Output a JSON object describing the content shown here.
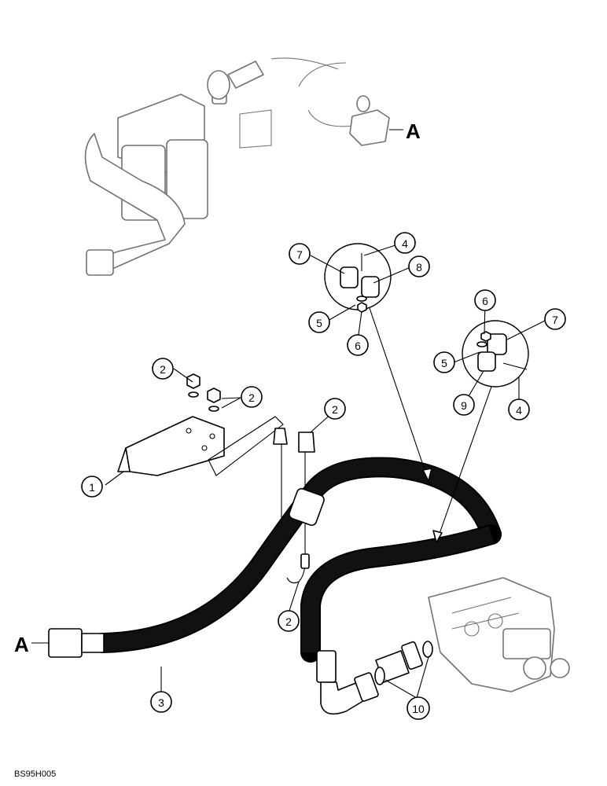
{
  "reference_letter": "A",
  "figure_code": "BS95H005",
  "callouts": [
    "7",
    "4",
    "8",
    "5",
    "6",
    "6",
    "7",
    "5",
    "9",
    "4",
    "2",
    "2",
    "2",
    "1",
    "2",
    "3",
    "10"
  ]
}
